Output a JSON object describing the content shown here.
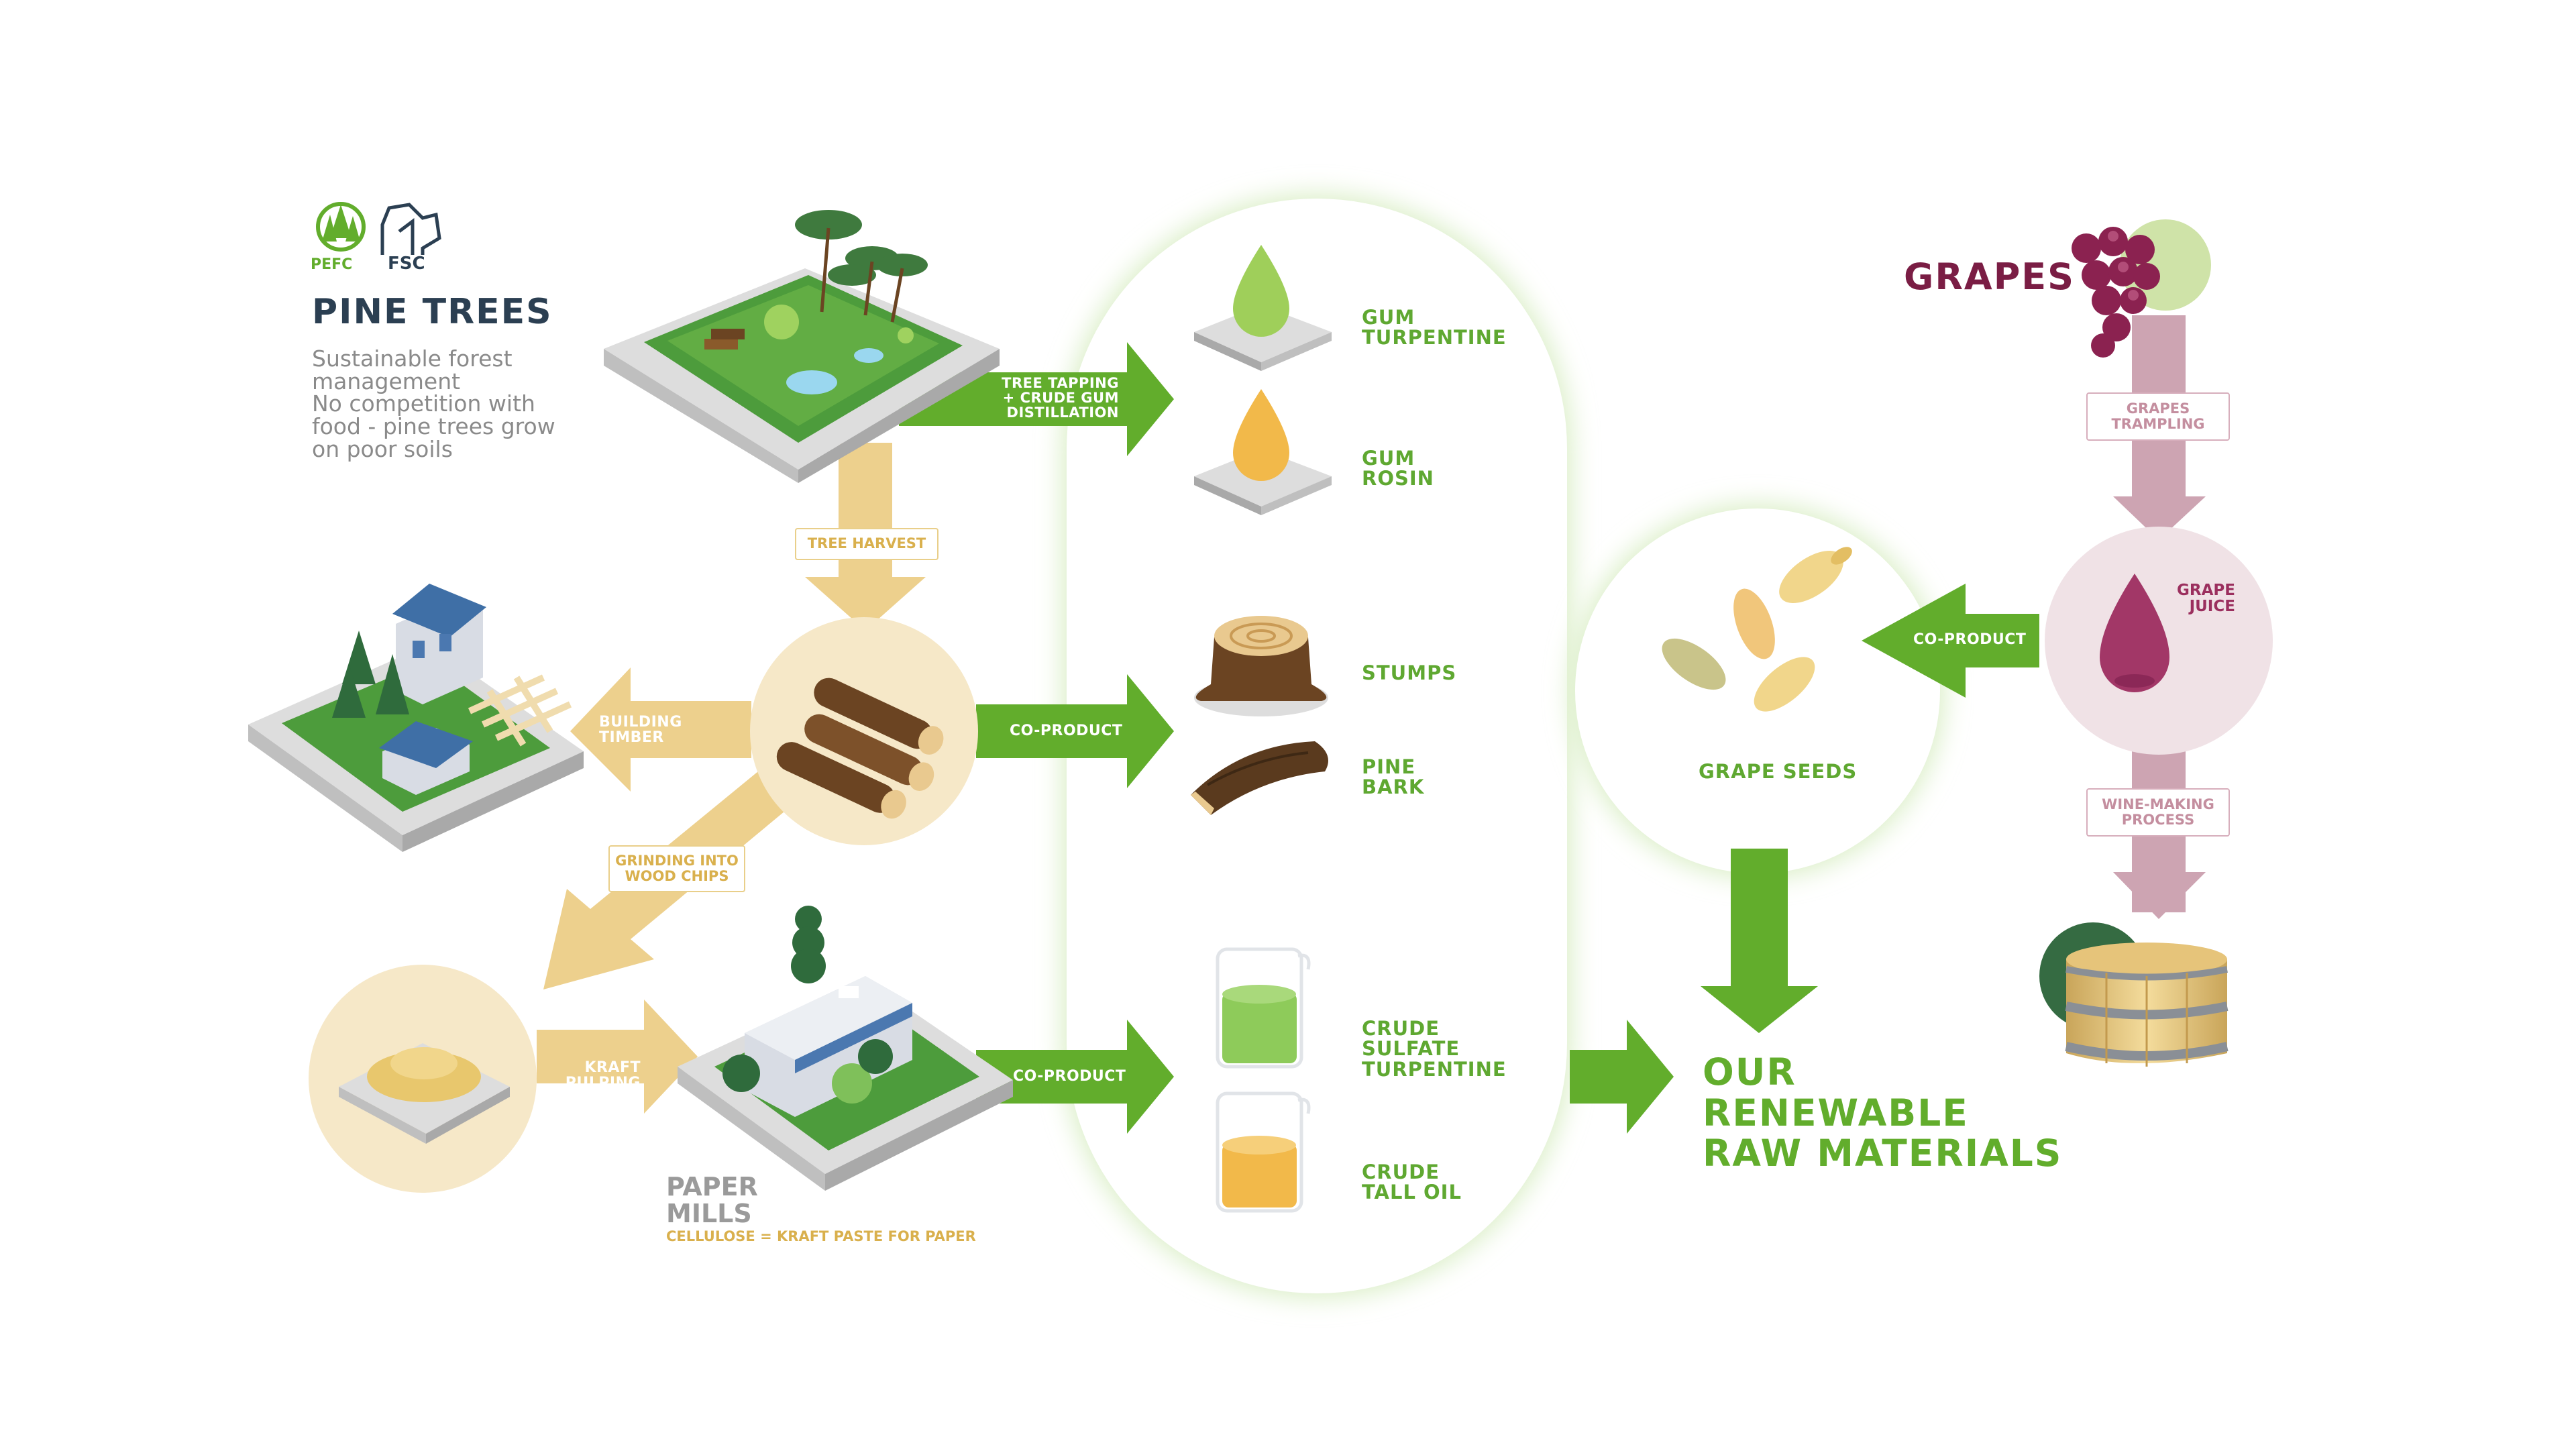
{
  "logos": {
    "pefc": "PEFC",
    "fsc": "FSC"
  },
  "pine": {
    "title": "PINE TREES",
    "description": "Sustainable forest\nmanagement\nNo competition with\nfood - pine trees grow\non poor soils"
  },
  "arrows": {
    "tree_tapping": "TREE TAPPING\n+ CRUDE GUM\nDISTILLATION",
    "tree_harvest": "TREE HARVEST",
    "building_timber": "BUILDING\nTIMBER",
    "co_product_logs": "CO-PRODUCT",
    "grinding": "GRINDING INTO\nWOOD CHIPS",
    "kraft_pulping": "KRAFT\nPULPING",
    "co_product_mill": "CO-PRODUCT",
    "co_product_grapes": "CO-PRODUCT",
    "grapes_trampling": "GRAPES\nTRAMPLING",
    "wine_making": "WINE-MAKING\nPROCESS"
  },
  "products": {
    "gum_turpentine": "GUM\nTURPENTINE",
    "gum_rosin": "GUM\nROSIN",
    "stumps": "STUMPS",
    "pine_bark": "PINE\nBARK",
    "crude_sulfate_turpentine": "CRUDE\nSULFATE\nTURPENTINE",
    "crude_tall_oil": "CRUDE\nTALL OIL"
  },
  "paper_mills": {
    "title": "PAPER\nMILLS",
    "subtitle": "CELLULOSE = KRAFT PASTE FOR PAPER"
  },
  "grapes": {
    "title": "GRAPES",
    "juice": "GRAPE\nJUICE",
    "seeds": "GRAPE SEEDS"
  },
  "output": {
    "title": "OUR\nRENEWABLE\nRAW MATERIALS"
  },
  "colors": {
    "green": "#62ad2c",
    "tan": "#edd08d",
    "pink": "#cda4b2",
    "grape": "#7a1d44",
    "navy": "#2b3f52"
  }
}
